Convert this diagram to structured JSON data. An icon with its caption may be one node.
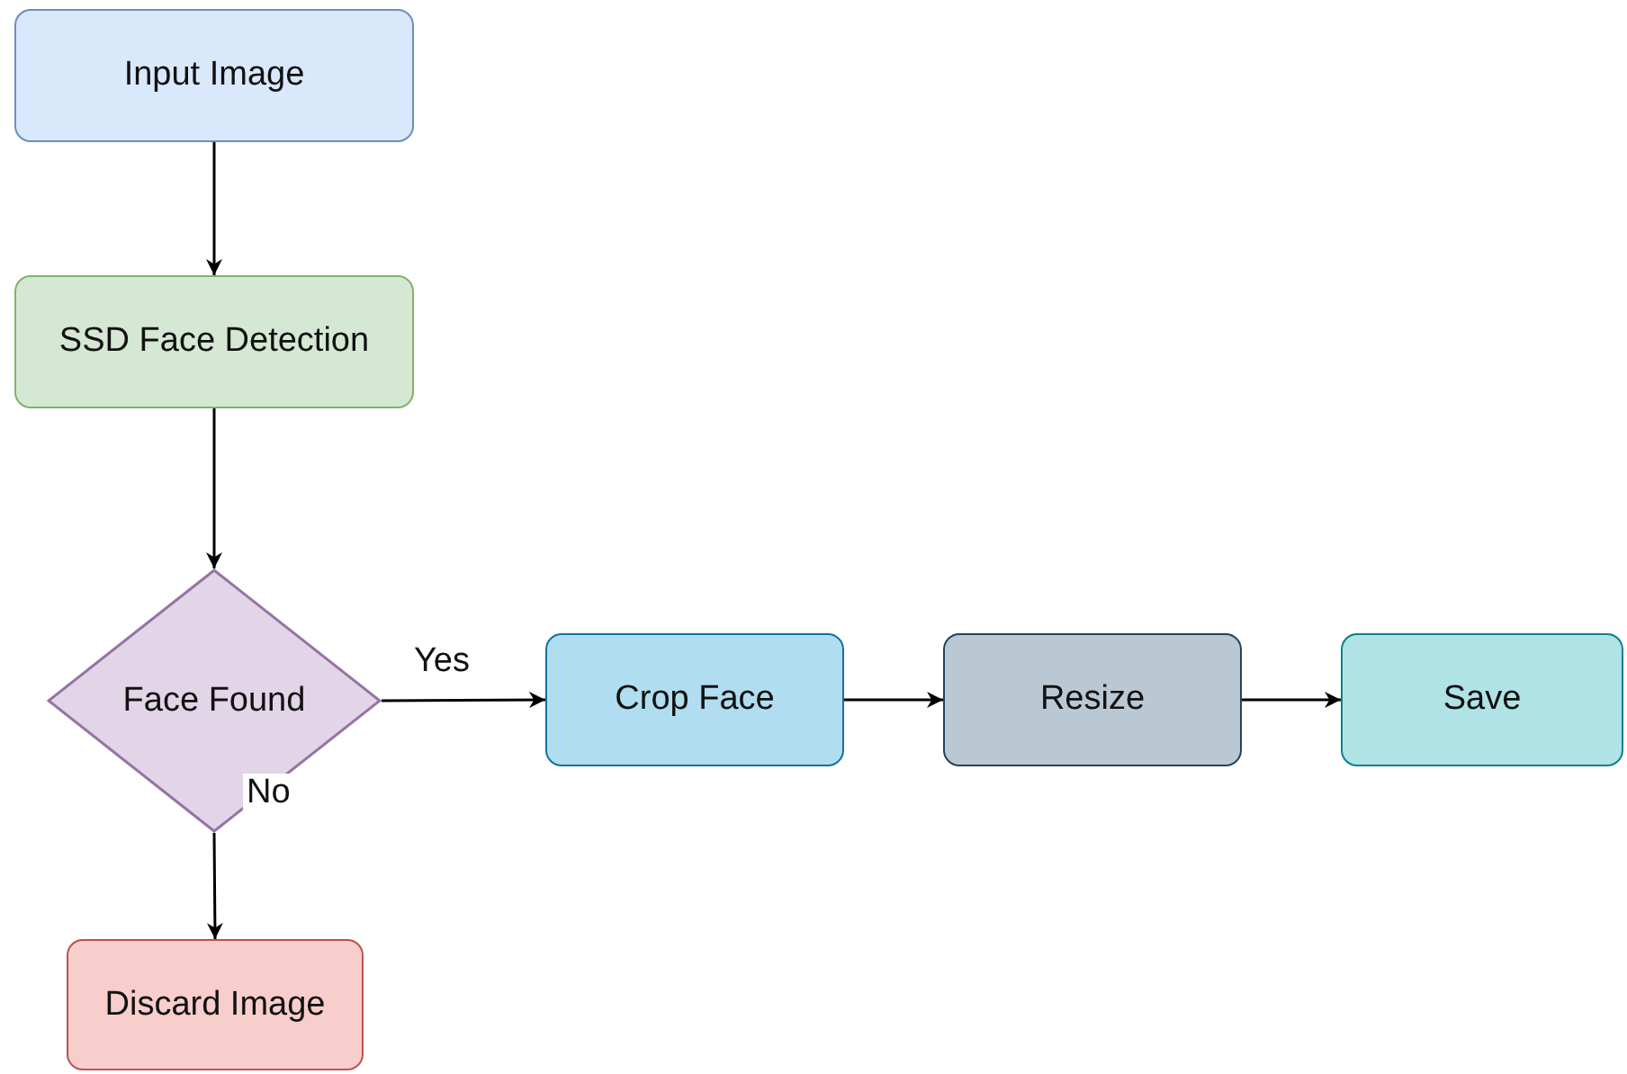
{
  "diagram": {
    "nodes": [
      {
        "text": [
          "Input Image"
        ]
      },
      {
        "text": [
          "SSD Face Detection"
        ]
      },
      {
        "text": [
          "Face Found"
        ]
      },
      {
        "text": [
          "Crop Face"
        ]
      },
      {
        "text": [
          "Resize"
        ]
      },
      {
        "text": [
          "Save"
        ]
      },
      {
        "text": [
          "Discard Image"
        ]
      }
    ],
    "edges": [
      {
        "from": 0,
        "to": 1,
        "arrow": "to"
      },
      {
        "from": 1,
        "to": 2,
        "arrow": "to"
      },
      {
        "from": 2,
        "to": 3,
        "arrow": "to",
        "label": "Yes"
      },
      {
        "from": 3,
        "to": 4,
        "arrow": "to"
      },
      {
        "from": 4,
        "to": 5,
        "arrow": "to"
      },
      {
        "from": 2,
        "to": 6,
        "arrow": "to",
        "label": "No"
      }
    ]
  }
}
